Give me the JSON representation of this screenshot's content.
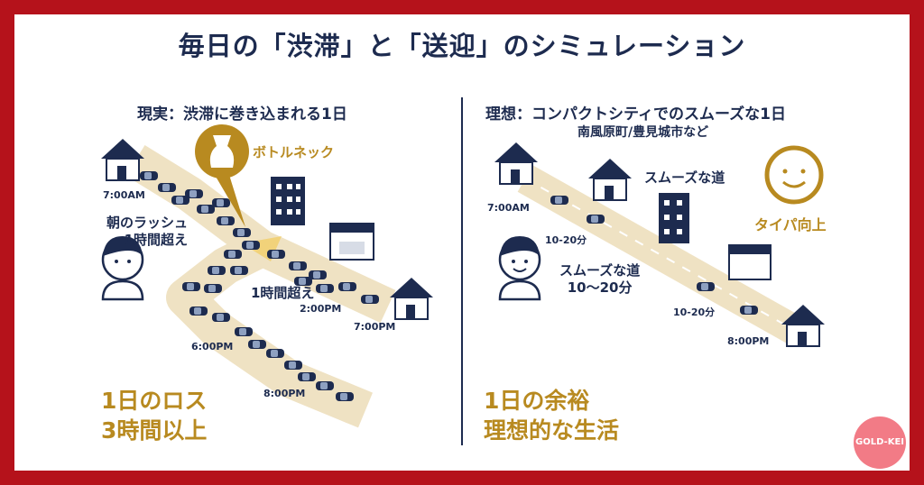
{
  "title": "毎日の「渋滞」と「送迎」のシミュレーション",
  "left": {
    "heading": "現実：渋滞に巻き込まれる1日",
    "bottleneck": "ボトルネック",
    "times": {
      "t1": "7:00AM",
      "t2": "2:00PM",
      "t3": "7:00PM",
      "t4": "6:00PM",
      "t5": "8:00PM"
    },
    "rush_label": "朝のラッシュ\n1時間超え",
    "over_hour": "1時間超え",
    "loss_line1": "1日のロス",
    "loss_line2": "3時間以上"
  },
  "right": {
    "heading": "理想：コンパクトシティでのスムーズな1日",
    "subheading": "南風原町/豊見城市など",
    "smooth_road": "スムーズな道",
    "taipa": "タイパ向上",
    "times": {
      "t1": "7:00AM",
      "d1": "10-20分",
      "d2": "10-20分",
      "t2": "8:00PM"
    },
    "smooth_label": "スムーズな道\n10～20分",
    "margin_line1": "1日の余裕",
    "margin_line2": "理想的な生活"
  },
  "badge": "GOLD-KEI",
  "colors": {
    "frame": "#b5121b",
    "navy": "#1d2b4f",
    "gold": "#b88a20",
    "road": "#efe2c3"
  }
}
